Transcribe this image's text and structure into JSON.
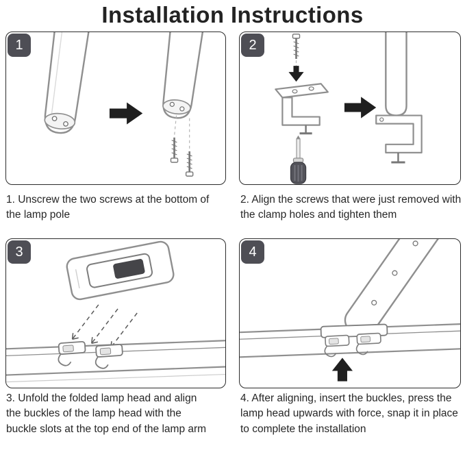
{
  "page": {
    "title": "Installation Instructions"
  },
  "colors": {
    "badge_background": "#4e4e55",
    "arrow": "#1f1f1f",
    "line_art": "#8f8f8f",
    "panel_border": "#2b2b2b"
  },
  "steps": [
    {
      "number": "1",
      "caption": "1. Unscrew the two screws at the bottom of the lamp pole"
    },
    {
      "number": "2",
      "caption": "2. Align the screws that were just removed with the clamp holes and tighten them"
    },
    {
      "number": "3",
      "caption": "3. Unfold the folded lamp head and align the buckles of the lamp head with the buckle slots at the top end of the lamp arm"
    },
    {
      "number": "4",
      "caption": "4. After aligning, insert the buckles, press the lamp head upwards with force, snap it in place to complete the installation"
    }
  ]
}
